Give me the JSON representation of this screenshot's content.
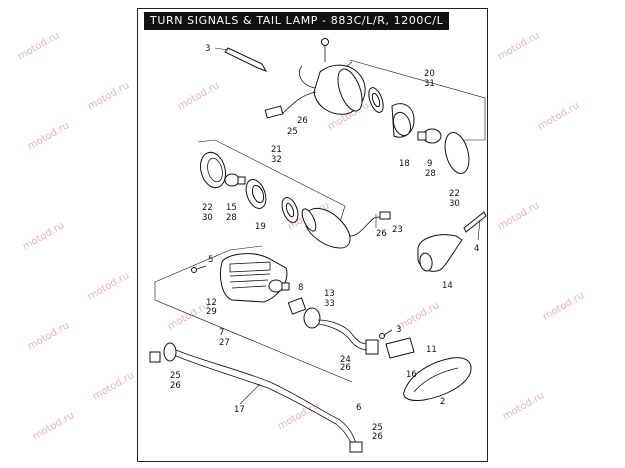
{
  "title": "TURN SIGNALS & TAIL LAMP - 883C/L/R, 1200C/L",
  "watermark": "motod.ru",
  "callouts": {
    "c3a": "3",
    "c20": "20",
    "c31": "31",
    "c26a": "26",
    "c25a": "25",
    "c21": "21",
    "c32": "32",
    "c18": "18",
    "c9": "9",
    "c28a": "28",
    "c22a": "22",
    "c30a": "30",
    "c22b": "22",
    "c30b": "30",
    "c15": "15",
    "c28b": "28",
    "c19": "19",
    "c26b": "26",
    "c23": "23",
    "c4": "4",
    "c5": "5",
    "c8": "8",
    "c13": "13",
    "c33": "33",
    "c14": "14",
    "c12": "12",
    "c29": "29",
    "c7": "7",
    "c27": "27",
    "c3b": "3",
    "c11": "11",
    "c24": "24",
    "c26c": "26",
    "c16": "16",
    "c25b": "25",
    "c26d": "26",
    "c2": "2",
    "c6": "6",
    "c17": "17",
    "c25c": "25",
    "c26e": "26"
  }
}
